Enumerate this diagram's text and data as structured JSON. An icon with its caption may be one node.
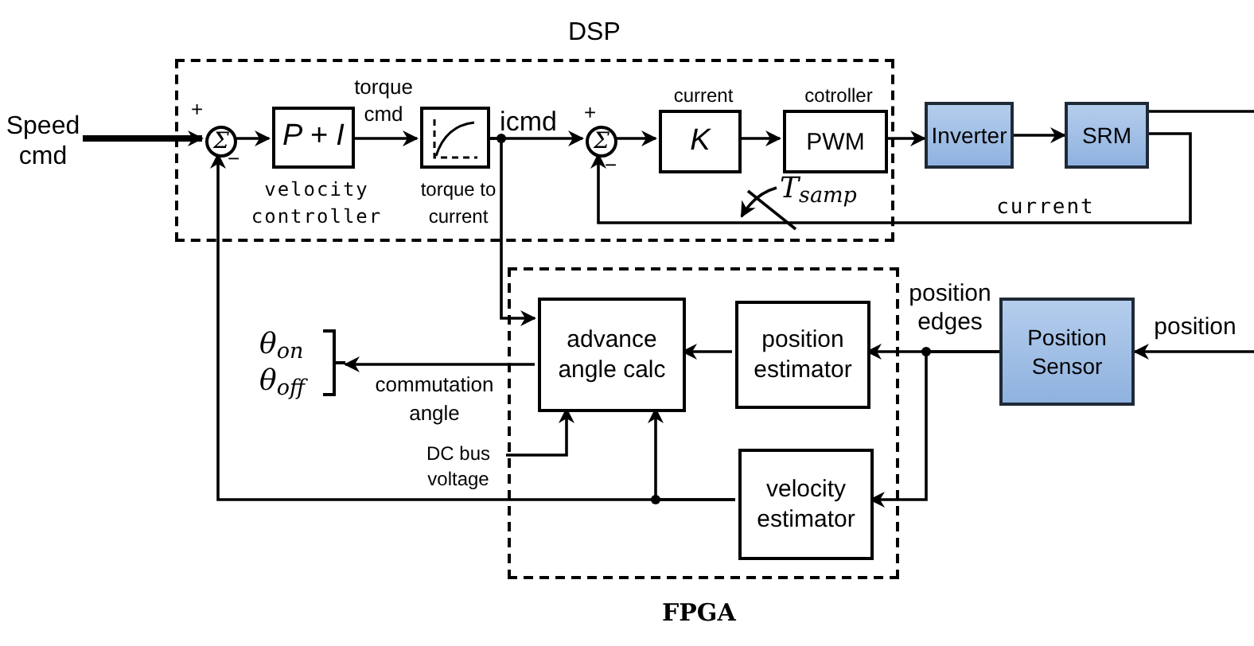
{
  "diagram": {
    "nodes": [
      {
        "text": [
          "DSP"
        ]
      },
      {
        "text": [
          "Speed cmd"
        ]
      },
      {
        "text": [
          "Σ"
        ],
        "in": 0
      },
      {
        "text": [
          "P + I"
        ],
        "in": 0,
        "beside": [
          "velocity controller"
        ]
      },
      {
        "text": [],
        "shape": "box",
        "in": 0,
        "beside": [
          "torque to current"
        ]
      },
      {
        "text": [
          "Σ"
        ],
        "in": 0
      },
      {
        "text": [
          "K"
        ],
        "in": 0,
        "beside": [
          "current"
        ]
      },
      {
        "text": [
          "PWM"
        ],
        "in": 0,
        "beside": [
          "cotroller"
        ]
      },
      {
        "text": [
          "Inverter"
        ]
      },
      {
        "text": [
          "SRM"
        ]
      },
      {
        "text": [
          "FPGA"
        ]
      },
      {
        "text": [
          "advance angle calc"
        ],
        "in": 10
      },
      {
        "text": [
          "position estimator"
        ],
        "in": 10
      },
      {
        "text": [
          "velocity estimator"
        ],
        "in": 10
      },
      {
        "text": [
          "Position Sensor"
        ]
      },
      {
        "text": [
          "θ$_{on}$",
          "θ$_{off}$"
        ]
      },
      {
        "text": [
          "DC bus voltage"
        ]
      }
    ],
    "edges": [
      {
        "from": 1,
        "to": 2,
        "arrow": "to",
        "style": "thick"
      },
      {
        "from": 2,
        "to": 3,
        "arrow": "to"
      },
      {
        "from": 3,
        "to": 4,
        "arrow": "to",
        "label": "torque cmd"
      },
      {
        "from": 4,
        "to": 5,
        "arrow": "to",
        "label": "icmd"
      },
      {
        "from": 5,
        "to": 6,
        "arrow": "to"
      },
      {
        "from": 6,
        "to": 7,
        "arrow": "to"
      },
      {
        "from": 7,
        "to": 8,
        "arrow": "to"
      },
      {
        "from": 8,
        "to": 9,
        "arrow": "to"
      },
      {
        "from": 9,
        "to": null,
        "arrow": "none"
      },
      {
        "from": 9,
        "to": 5,
        "arrow": "to",
        "label": "current"
      },
      {
        "from": 4,
        "to": 11,
        "arrow": "to"
      },
      {
        "from": 11,
        "to": 15,
        "arrow": "to",
        "label": "commutation angle"
      },
      {
        "from": 16,
        "to": 11,
        "arrow": "to"
      },
      {
        "from": 12,
        "to": 11,
        "arrow": "to"
      },
      {
        "from": 14,
        "to": 12,
        "arrow": "to",
        "label": "position edges"
      },
      {
        "from": 14,
        "to": 13,
        "arrow": "to"
      },
      {
        "from": null,
        "to": 14,
        "arrow": "to",
        "label": "position"
      },
      {
        "from": 13,
        "to": 2,
        "arrow": "to"
      },
      {
        "from": 13,
        "to": 11,
        "arrow": "to"
      }
    ],
    "labels": [
      "+",
      "−",
      "+",
      "−",
      "T$_{samp}$"
    ]
  }
}
